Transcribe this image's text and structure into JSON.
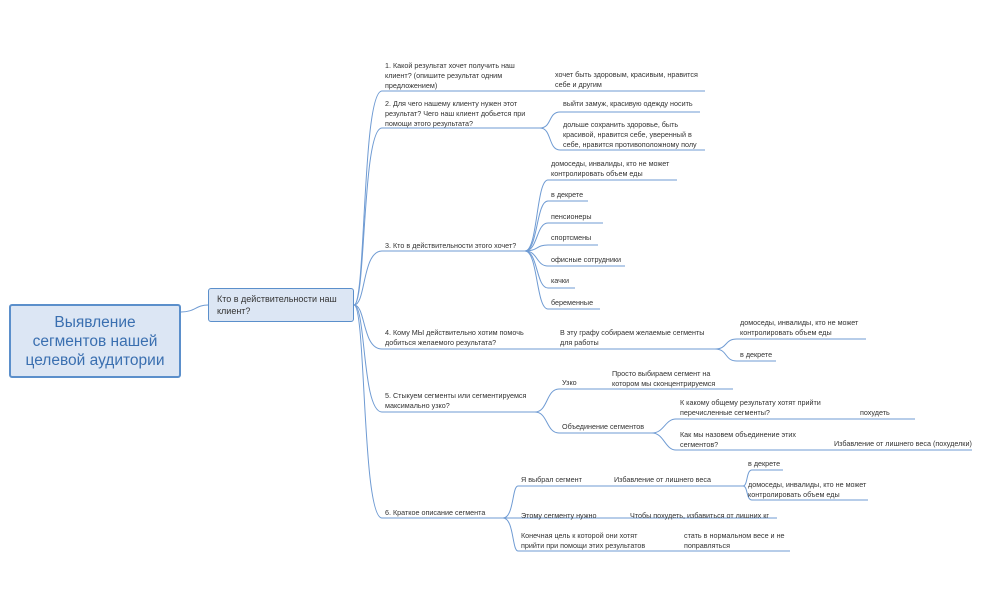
{
  "root": {
    "label": "Выявление\nсегментов нашей\nцелевой аудитории"
  },
  "main": {
    "label": "Кто в действительности наш клиент?"
  },
  "questions": [
    "1. Какой результат хочет получить наш клиент? (опишите результат одним предложением)",
    "2. Для чего нашему клиенту нужен этот результат? Чего наш клиент добьется при помощи этого результата?",
    "3. Кто в действительности этого хочет?",
    "4. Кому МЫ действительно хотим помочь добиться желаемого результата?",
    "5. Стыкуем сегменты или сегментируемся максимально узко?",
    "6. Краткое описание сегмента"
  ],
  "q1_answer": "хочет быть здоровым, красивым, нравится себе и другим",
  "q2_answers": [
    "выйти замуж, красивую одежду носить",
    "дольше сохранить здоровье, быть красивой, нравится себе, уверенный в себе, нравится противоположному полу"
  ],
  "q3_segments": [
    "домоседы, инвалиды, кто не может контролировать объем еды",
    "в декрете",
    "пенсионеры",
    "спортсмены",
    "офисные сотрудники",
    "качки",
    "беременные"
  ],
  "q4": {
    "note": "В эту графу собираем желаемые сегменты для работы",
    "segments": [
      "домоседы, инвалиды, кто не может контролировать объем еды",
      "в декрете"
    ]
  },
  "q5": {
    "narrow": "Узко",
    "narrow_desc": "Просто выбираем сегмент на котором мы сконцентрируемся",
    "union": "Объединение сегментов",
    "union_q1": "К какому общему результату хотят прийти перечисленные сегменты?",
    "union_a1": "похудеть",
    "union_q2": "Как мы назовем объединение этих сегментов?",
    "union_a2": "Избавление от лишнего веса (похуделки)"
  },
  "q6": {
    "chose_label": "Я выбрал сегмент",
    "chose_value": "Избавление от лишнего веса",
    "chose_subs": [
      "в декрете",
      "домоседы, инвалиды, кто не может контролировать объем еды"
    ],
    "needs_label": "Этому сегменту нужно",
    "needs_value": "Чтобы похудеть, избавиться от лишних кг",
    "goal_label": "Конечная цель к которой они хотят прийти при помощи этих результатов",
    "goal_value": "стать в нормальном весе и не поправляться"
  },
  "colors": {
    "line": "#6f9bd3",
    "node_fill": "#dce6f4",
    "node_border": "#5b8fcb",
    "root_text": "#3a6fb0"
  }
}
